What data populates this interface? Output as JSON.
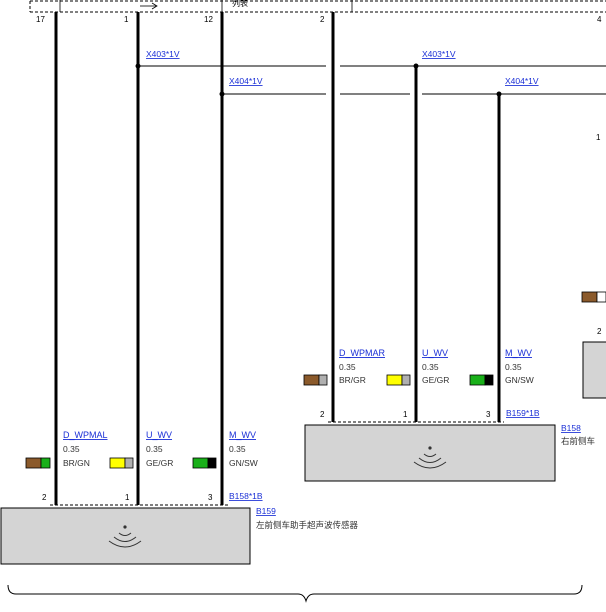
{
  "colors": {
    "wire": "#000000",
    "link": "#1a2fd6",
    "sensor_fill": "#d4d4d4",
    "BR": "#8b5a2b",
    "GN": "#19b019",
    "GE": "#ffff00",
    "GR": "#b0b0b0",
    "SW": "#000000"
  },
  "top_connector": {
    "pins": [
      "17",
      "1",
      "12",
      "2",
      "4"
    ],
    "fragment": "列表"
  },
  "splices": {
    "left_x403": "X403*1V",
    "left_x404": "X404*1V",
    "right_x403": "X403*1V",
    "right_x404": "X404*1V"
  },
  "left_group": {
    "wires": [
      {
        "signal": "D_WPMAL",
        "gauge": "0.35",
        "color": "BR/GN",
        "swatch": [
          "BR",
          "GN"
        ],
        "pin": "2"
      },
      {
        "signal": "U_WV",
        "gauge": "0.35",
        "color": "GE/GR",
        "swatch": [
          "GE",
          "GR"
        ],
        "pin": "1"
      },
      {
        "signal": "M_WV",
        "gauge": "0.35",
        "color": "GN/SW",
        "swatch": [
          "GN",
          "SW"
        ],
        "pin": "3"
      }
    ],
    "connector_ref": "B158*1B",
    "component_id": "B159",
    "component_name": "左前侧车助手超声波传感器"
  },
  "right_group": {
    "wires": [
      {
        "signal": "D_WPMAR",
        "gauge": "0.35",
        "color": "BR/GR",
        "swatch": [
          "BR",
          "GR"
        ],
        "pin": "2"
      },
      {
        "signal": "U_WV",
        "gauge": "0.35",
        "color": "GE/GR",
        "swatch": [
          "GE",
          "GR"
        ],
        "pin": "1"
      },
      {
        "signal": "M_WV",
        "gauge": "0.35",
        "color": "GN/SW",
        "swatch": [
          "GN",
          "SW"
        ],
        "pin": "3"
      }
    ],
    "connector_ref": "B159*1B",
    "component_id": "B158",
    "component_name": "右前侧车"
  },
  "far_right": {
    "pin_upper": "1",
    "pin_lower": "2",
    "swatch": [
      "BR",
      "GR"
    ]
  }
}
